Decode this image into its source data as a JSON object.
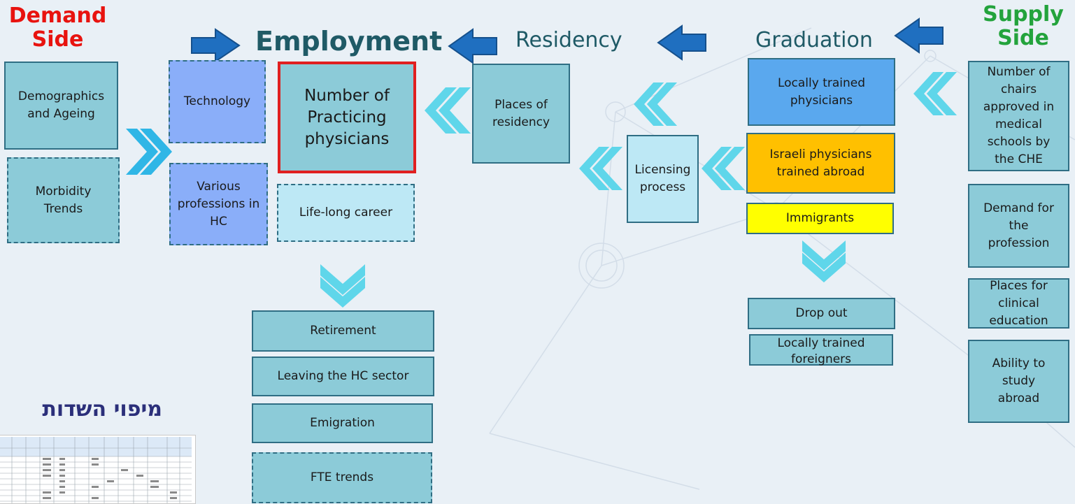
{
  "header": {
    "demand_line1": "Demand",
    "demand_line2": "Side",
    "supply_line1": "Supply",
    "supply_line2": "Side",
    "employment": "Employment",
    "residency": "Residency",
    "graduation": "Graduation"
  },
  "demand_boxes": {
    "demographics": "Demographics and Ageing",
    "morbidity": "Morbidity Trends"
  },
  "factor_boxes": {
    "technology": "Technology",
    "professions": "Various professions in HC"
  },
  "employment_boxes": {
    "practicing": "Number of Practicing physicians",
    "career": "Life-long career"
  },
  "residency_boxes": {
    "places": "Places of residency",
    "licensing": "Licensing process"
  },
  "graduation_boxes": {
    "locally": "Locally trained physicians",
    "abroad": "Israeli physicians trained abroad",
    "immigrants": "Immigrants",
    "dropout": "Drop out",
    "foreigners": "Locally trained foreigners"
  },
  "exit_boxes": {
    "retirement": "Retirement",
    "leaving": "Leaving the HC sector",
    "emigration": "Emigration",
    "fte": "FTE trends"
  },
  "supply_boxes": {
    "chairs": "Number of chairs approved in medical schools by the CHE",
    "demand_prof": "Demand for the profession",
    "clinical": "Places for clinical education",
    "study_abroad": "Ability to study abroad"
  },
  "mapping_title": "מיפוי השדות",
  "colors": {
    "demand": "#e8130f",
    "supply": "#23a33c",
    "employment": "#1f5a66",
    "arrow": "#1f6fc0",
    "chevron": "#5fd6ea",
    "highlight_border": "#e02020"
  },
  "icons": {
    "step_arrow": "left-arrow-icon",
    "flow_chevron": "double-chevron-icon"
  }
}
